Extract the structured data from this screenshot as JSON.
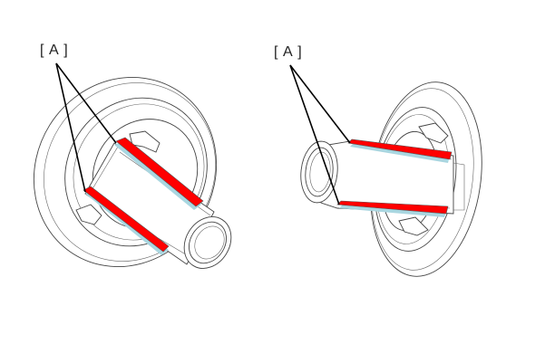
{
  "figure": {
    "callouts": [
      {
        "id": "left",
        "text": "[ A ]"
      },
      {
        "id": "right",
        "text": "[ A ]"
      }
    ],
    "colors": {
      "highlight": "#ff0000",
      "highlight_shadow": "#a9d6e0",
      "line": "#444444",
      "leader": "#000000",
      "background": "#ffffff"
    }
  }
}
